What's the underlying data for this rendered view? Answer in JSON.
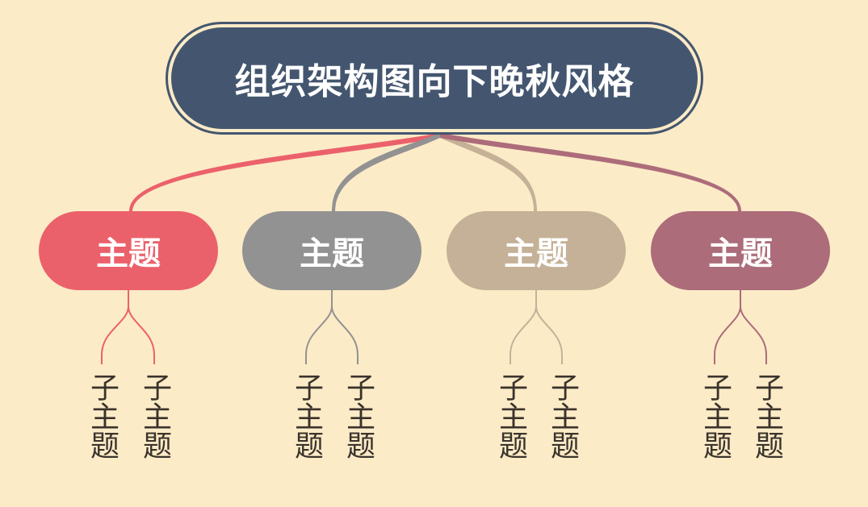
{
  "root": {
    "title": "组织架构图向下晚秋风格",
    "color": "#44566f"
  },
  "topics": [
    {
      "label": "主题",
      "color": "#eb616b",
      "subtopics": [
        "子主题",
        "子主题"
      ]
    },
    {
      "label": "主题",
      "color": "#929292",
      "subtopics": [
        "子主题",
        "子主题"
      ]
    },
    {
      "label": "主题",
      "color": "#c5b197",
      "subtopics": [
        "子主题",
        "子主题"
      ]
    },
    {
      "label": "主题",
      "color": "#ac6c7a",
      "subtopics": [
        "子主题",
        "子主题"
      ]
    }
  ],
  "background": "#fcebc7"
}
